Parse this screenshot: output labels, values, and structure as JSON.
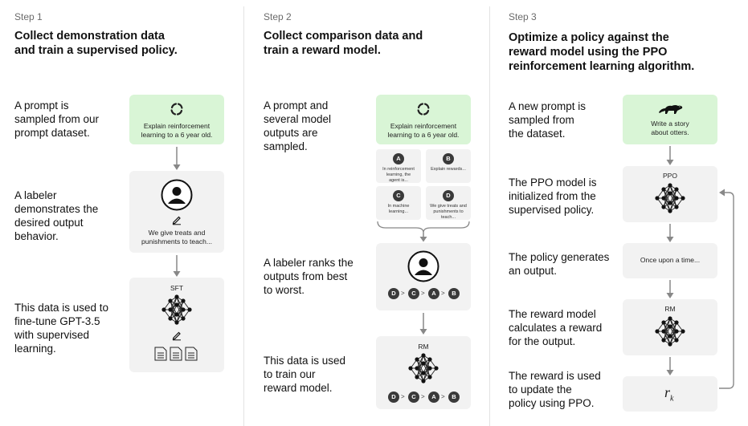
{
  "step1": {
    "label": "Step 1",
    "title_line1": "Collect demonstration data",
    "title_line2": "and train a supervised policy.",
    "desc1": [
      "A prompt is",
      "sampled from our",
      "prompt dataset."
    ],
    "desc2": [
      "A labeler",
      "demonstrates the",
      "desired output",
      "behavior."
    ],
    "desc3": [
      "This data is used",
      "to fine-tune GPT-3.5",
      "with supervised",
      "learning."
    ],
    "desc3_lines": [
      "This data is used to",
      "fine-tune GPT-3.5",
      "with supervised",
      "learning."
    ],
    "prompt_text": [
      "Explain reinforcement",
      "learning to a 6 year old."
    ],
    "demo_text": [
      "We give treats and",
      "punishments to teach..."
    ],
    "model_label": "SFT"
  },
  "step2": {
    "label": "Step 2",
    "title_line1": "Collect comparison data and",
    "title_line2": "train a reward model.",
    "desc1": [
      "A prompt and",
      "several model",
      "outputs are",
      "sampled."
    ],
    "desc2": [
      "A labeler ranks the",
      "outputs from best",
      "to worst."
    ],
    "desc3": [
      "This data is used",
      "to train our",
      "reward model."
    ],
    "prompt_text": [
      "Explain reinforcement",
      "learning to a 6 year old."
    ],
    "outputs": [
      {
        "letter": "A",
        "text": [
          "In reinforcement",
          "learning, the",
          "agent is..."
        ]
      },
      {
        "letter": "B",
        "text": [
          "Explain rewards..."
        ]
      },
      {
        "letter": "C",
        "text": [
          "In machine",
          "learning..."
        ]
      },
      {
        "letter": "D",
        "text": [
          "We give treats and",
          "punishments to",
          "teach..."
        ]
      }
    ],
    "ranking": [
      "D",
      "C",
      "A",
      "B"
    ],
    "model_label": "RM"
  },
  "step3": {
    "label": "Step 3",
    "title_line1": "Optimize a policy against the",
    "title_line2": "reward model using the PPO",
    "title_line3": "reinforcement learning algorithm.",
    "desc1": [
      "A new prompt is",
      "sampled from",
      "the dataset."
    ],
    "desc2": [
      "The PPO model is",
      "initialized from the",
      "supervised policy."
    ],
    "desc3": [
      "The policy generates",
      "an output."
    ],
    "desc4": [
      "The reward model",
      "calculates a reward",
      "for the output."
    ],
    "desc5": [
      "The reward is used",
      "to update the",
      "policy using PPO."
    ],
    "prompt_text": [
      "Write a story",
      "about otters."
    ],
    "ppo_label": "PPO",
    "output_text": "Once upon a time...",
    "rm_label": "RM",
    "reward_symbol": "r",
    "reward_sub": "k"
  },
  "colors": {
    "prompt_box": "#d9f5d6",
    "box": "#f2f2f2",
    "badge": "#3a3a3a",
    "arrow": "#888888"
  },
  "icons": [
    "recycle-icon",
    "person-icon",
    "pencil-icon",
    "neural-network-icon",
    "document-icon",
    "otter-icon"
  ]
}
